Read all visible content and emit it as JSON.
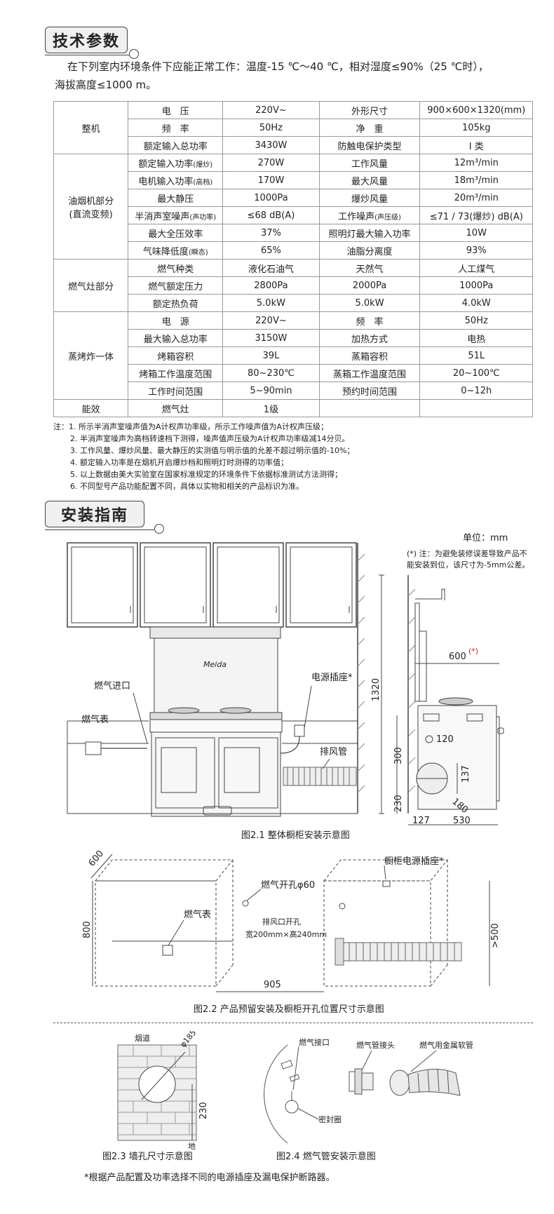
{
  "section1": {
    "title": "技术参数"
  },
  "intro": {
    "line1": "在下列室内环境条件下应能正常工作：温度-15 ℃～40 ℃，相对湿度≤90%（25 ℃时），",
    "line2": "海拔高度≤1000 m。"
  },
  "table": {
    "group1": {
      "name": "整机",
      "rows": [
        [
          "电　压",
          "220V~",
          "外形尺寸",
          "900×600×1320(mm)"
        ],
        [
          "频　率",
          "50Hz",
          "净　重",
          "105kg"
        ],
        [
          "额定输入总功率",
          "3430W",
          "防触电保护类型",
          "I 类"
        ]
      ]
    },
    "group2": {
      "name1": "油烟机部分",
      "name2": "(直流变频)",
      "rows": [
        [
          "额定输入功率",
          "(爆炒)",
          "270W",
          "工作风量",
          "",
          "12m³/min"
        ],
        [
          "电机输入功率",
          "(高档)",
          "170W",
          "最大风量",
          "",
          "18m³/min"
        ],
        [
          "最大静压",
          "",
          "1000Pa",
          "爆炒风量",
          "",
          "20m³/min"
        ],
        [
          "半消声室噪声",
          "(声功率)",
          "≤68 dB(A)",
          "工作噪声",
          "(声压级)",
          "≤71 / 73(爆炒) dB(A)"
        ],
        [
          "最大全压效率",
          "",
          "37%",
          "照明灯最大输入功率",
          "",
          "10W"
        ],
        [
          "气味降低度",
          "(瞬态)",
          "65%",
          "油脂分离度",
          "",
          "93%"
        ]
      ]
    },
    "group3": {
      "name": "燃气灶部分",
      "rows": [
        [
          "燃气种类",
          "液化石油气",
          "天然气",
          "人工煤气"
        ],
        [
          "燃气额定压力",
          "2800Pa",
          "2000Pa",
          "1000Pa"
        ],
        [
          "额定热负荷",
          "5.0kW",
          "5.0kW",
          "4.0kW"
        ]
      ]
    },
    "group4": {
      "name": "蒸烤炸一体",
      "rows": [
        [
          "电　源",
          "220V~",
          "频　率",
          "50Hz"
        ],
        [
          "最大输入总功率",
          "3150W",
          "加热方式",
          "电热"
        ],
        [
          "烤箱容积",
          "39L",
          "蒸箱容积",
          "51L"
        ],
        [
          "烤箱工作温度范围",
          "80~230℃",
          "蒸箱工作温度范围",
          "20~100℃"
        ],
        [
          "工作时间范围",
          "5~90min",
          "预约时间范围",
          "0~12h"
        ]
      ]
    },
    "group5": {
      "name": "能效",
      "row": [
        "燃气灶",
        "1级"
      ]
    }
  },
  "notes": [
    "注：1.  所示半消声室噪声值为A计权声功率级，所示工作噪声值为A计权声压级；",
    "2.  半消声室噪声为高档转速档下测得，噪声值声压级为A计权声功率级减14分贝。",
    "3.  工作风量、爆炒风量、最大静压的实测值与明示值的允差不超过明示值的-10%；",
    "4.  额定输入功率是在烟机开启爆炒档和照明灯时测得的功率值；",
    "5.  以上数据由美大实验室在国家标准规定的环境条件下依据标准测试方法测得；",
    "6.  不同型号产品功能配置不同，具体以实物和相关的产品标识为准。"
  ],
  "section2": {
    "title": "安装指南"
  },
  "unit": "单位：mm",
  "unit_note": "(*) 注：为避免装修误差导致产品不能安装到位，该尺寸为-5mm公差。",
  "fig1": {
    "brand": "Meida",
    "gas_inlet": "燃气进口",
    "gas_meter": "燃气表",
    "power_socket": "电源插座*",
    "exhaust": "排风管",
    "caption": "图2.1  整体橱柜安装示意图",
    "d600": "600",
    "d600_star": "(*)",
    "d1320": "1320",
    "d120": "120",
    "d300": "300",
    "d137": "137",
    "d230": "230",
    "d180": "180",
    "d127": "127",
    "d530": "530"
  },
  "fig2": {
    "d600": "600",
    "d800": "800",
    "gas_meter": "燃气表",
    "gas_hole": "燃气开孔φ60",
    "exhaust_hole1": "排风口开孔",
    "exhaust_hole2": "宽200mm×高240mm",
    "cab_socket": "橱柜电源插座*",
    "d905": "905",
    "d500": ">500",
    "caption": "图2.2  产品预留安装及橱柜开孔位置尺寸示意图"
  },
  "fig3": {
    "flue": "烟道",
    "d185": "φ185",
    "d230": "230",
    "ground": "地",
    "caption": "图2.3 墙孔尺寸示意图"
  },
  "fig4": {
    "gas_port": "燃气接口",
    "seal": "密封圈",
    "connector": "燃气管接头",
    "hose": "燃气用金属软管",
    "caption": "图2.4 燃气管安装示意图"
  },
  "footnote": "*根据产品配置及功率选择不同的电源插座及漏电保护断路器。"
}
